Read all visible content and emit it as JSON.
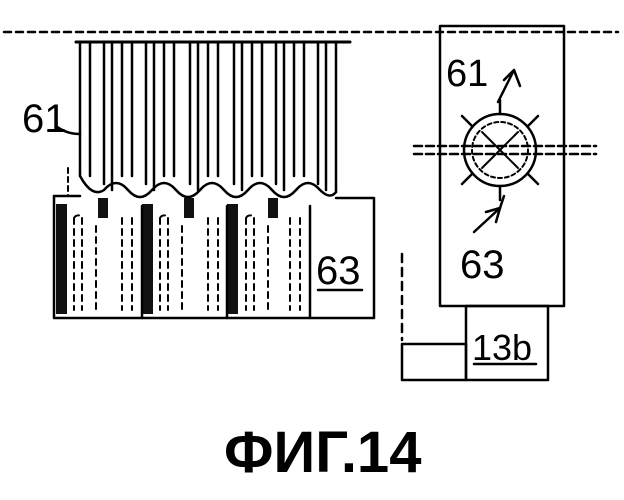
{
  "labels": {
    "left_fins": "61",
    "left_body": "63",
    "right_fins": "61",
    "right_body": "63",
    "box_13b": "13b"
  },
  "caption": "ФИГ.14"
}
